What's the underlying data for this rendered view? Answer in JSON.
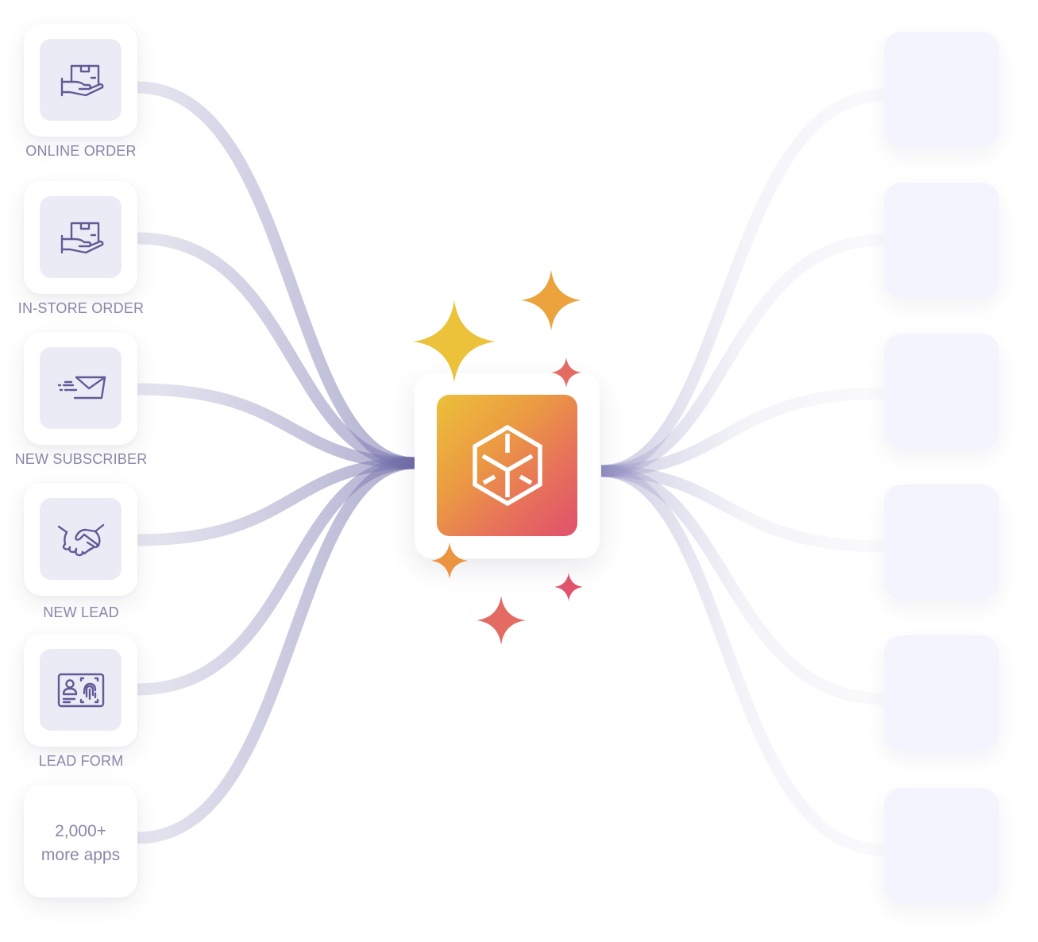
{
  "diagram": {
    "title": "Integration flow",
    "colors": {
      "accent_text": "#8a87a8",
      "icon_stroke": "#5f5b96",
      "tile_bg": "#ebebf6",
      "right_box_bg": "#f4f4fe",
      "curve_left": "#c9c8e0",
      "curve_right": "#ececf5",
      "hub_gradient": [
        "#ecc03a",
        "#eb9b42",
        "#e7725a",
        "#e0506c"
      ],
      "sparkle_yellow": "#ebc23a",
      "sparkle_orange": "#eca23d",
      "sparkle_red": "#e36b63",
      "sparkle_pink": "#e0536b"
    },
    "triggers": [
      {
        "label": "ONLINE ORDER",
        "icon": "hand-box-icon"
      },
      {
        "label": "IN-STORE ORDER",
        "icon": "hand-box-icon"
      },
      {
        "label": "NEW SUBSCRIBER",
        "icon": "fast-mail-icon"
      },
      {
        "label": "NEW LEAD",
        "icon": "handshake-icon"
      },
      {
        "label": "LEAD FORM",
        "icon": "id-card-fingerprint-icon"
      }
    ],
    "more_apps": {
      "count": "2,000+",
      "text": "more apps"
    },
    "hub": {
      "icon": "cube-logo-icon"
    },
    "sparkles": [
      {
        "color_key": "sparkle_yellow",
        "name": "large"
      },
      {
        "color_key": "sparkle_orange",
        "name": "medium"
      },
      {
        "color_key": "sparkle_red",
        "name": "small"
      },
      {
        "color_key": "sparkle_orange",
        "name": "small"
      },
      {
        "color_key": "sparkle_pink",
        "name": "small"
      },
      {
        "color_key": "sparkle_red",
        "name": "medium"
      }
    ],
    "destinations": [
      {
        "label": ""
      },
      {
        "label": ""
      },
      {
        "label": ""
      },
      {
        "label": ""
      },
      {
        "label": ""
      },
      {
        "label": ""
      }
    ]
  }
}
